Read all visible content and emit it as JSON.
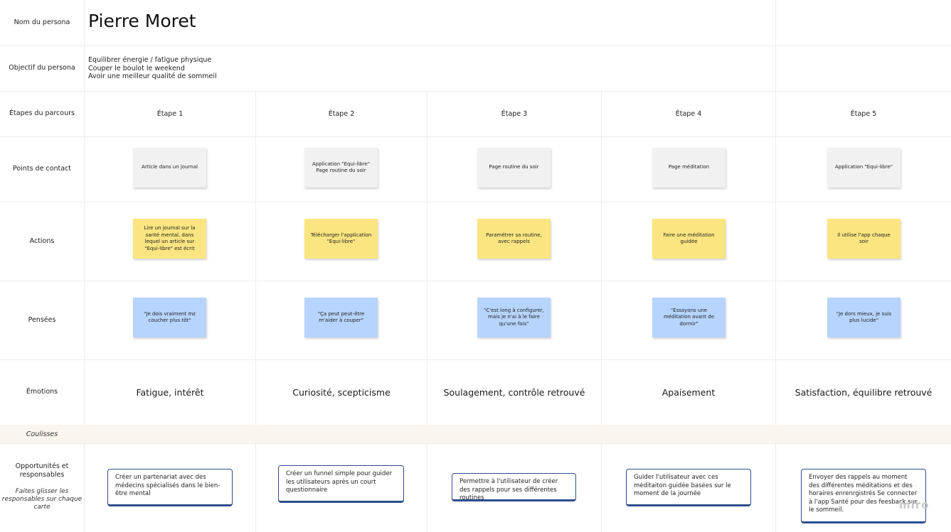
{
  "row_labels": {
    "name": "Nom du persona",
    "objective": "Objectif du persona",
    "stages": "Étapes du parcours",
    "touchpoints": "Points de contact",
    "actions": "Actions",
    "thoughts": "Pensées",
    "emotions": "Émotions",
    "coulisses": "Coulisses",
    "opportunities": "Opportunités et responsables",
    "opportunities_hint": "Faites glisser les responsables sur chaque carte"
  },
  "persona": {
    "name": "Pierre Moret",
    "objectives": [
      "Equilibrer énergie / fatigue physique",
      "Couper le boulot le weekend",
      "Avoir une meilleur qualité de sommeil"
    ]
  },
  "stages": [
    "Étape 1",
    "Étape 2",
    "Étape 3",
    "Étape 4",
    "Étape 5"
  ],
  "touchpoints": [
    "Article dans un journal",
    "Application \"Equi-libre\" Page routine du soir",
    "Page routine du soir",
    "Page méditation",
    "Application \"Equi-libre\""
  ],
  "actions": [
    "Lire un journal sur la santé mental, dans lequel un article sur \"Equi-libre\" est écrit",
    "Télécharger l'application \"Equi-libre\"",
    "Paramétrer sa routine, avec rappels",
    "Faire une méditation guidée",
    "Il utilise l'app chaque soir"
  ],
  "thoughts": [
    "\"Je dois vraiment mz coucher plus tôt\"",
    "\"Ça peut peut-être m'aider à couper\"",
    "\"C'est long à configurer, mais je n'ai à le faire qu'une fois\"",
    "\"Essayons une méditation avant de dormir\"",
    "\"Je dors mieux, je suis plus lucide\""
  ],
  "emotions": [
    "Fatigue, intérêt",
    "Curiosité, scepticisme",
    "Soulagement, contrôle retrouvé",
    "Apaisement",
    "Satisfaction, équilibre retrouvé"
  ],
  "opportunities": [
    "Créer un partenariat avec des médecins spécialisés dans le bien-être mental",
    "Créer un funnel simple pour guider les utilisateurs après un court questionnaire",
    "Permettre à l'utilisateur de créer des rappels pour ses différentes routines",
    "Guider l'utilisateur avec ces méditaiton guidée basées sur le moment de la journée",
    "Envoyer des rappels au moment des différentes méditations et des horaires enrenrgistrés Se connecter à l'app Santé pour des feesback sur le sommeil."
  ],
  "branding": {
    "watermark": "miro"
  },
  "colors": {
    "sticky_grey": "#f1f1f2",
    "sticky_yellow": "#fbe580",
    "sticky_blue": "#b6d4fd",
    "card_border": "#2d4d8d",
    "coulisses_band": "#faf5ee"
  }
}
